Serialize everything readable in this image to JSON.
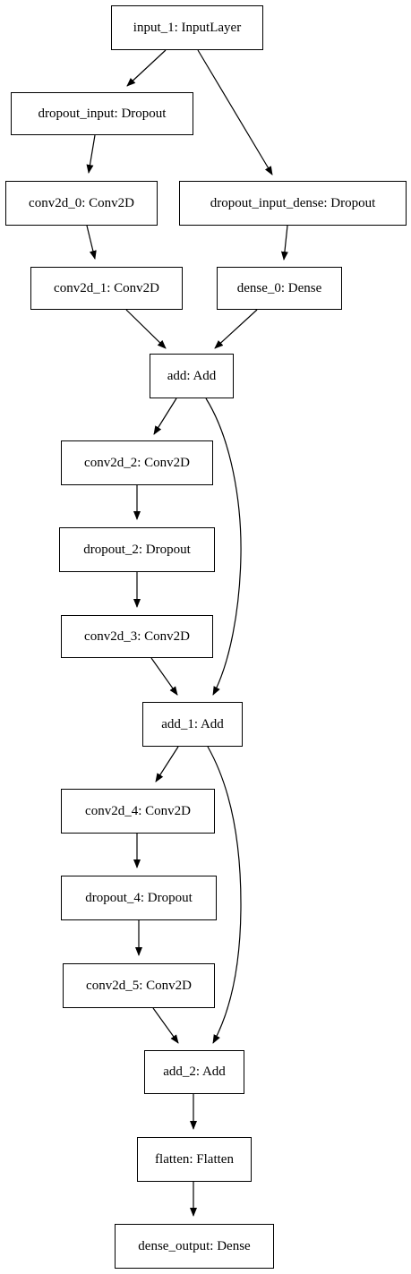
{
  "nodes": [
    {
      "id": "input_1",
      "label": "input_1: InputLayer"
    },
    {
      "id": "dropout_input",
      "label": "dropout_input: Dropout"
    },
    {
      "id": "conv2d_0",
      "label": "conv2d_0: Conv2D"
    },
    {
      "id": "dropout_input_dense",
      "label": "dropout_input_dense: Dropout"
    },
    {
      "id": "conv2d_1",
      "label": "conv2d_1: Conv2D"
    },
    {
      "id": "dense_0",
      "label": "dense_0: Dense"
    },
    {
      "id": "add",
      "label": "add: Add"
    },
    {
      "id": "conv2d_2",
      "label": "conv2d_2: Conv2D"
    },
    {
      "id": "dropout_2",
      "label": "dropout_2: Dropout"
    },
    {
      "id": "conv2d_3",
      "label": "conv2d_3: Conv2D"
    },
    {
      "id": "add_1",
      "label": "add_1: Add"
    },
    {
      "id": "conv2d_4",
      "label": "conv2d_4: Conv2D"
    },
    {
      "id": "dropout_4",
      "label": "dropout_4: Dropout"
    },
    {
      "id": "conv2d_5",
      "label": "conv2d_5: Conv2D"
    },
    {
      "id": "add_2",
      "label": "add_2: Add"
    },
    {
      "id": "flatten",
      "label": "flatten: Flatten"
    },
    {
      "id": "dense_output",
      "label": "dense_output: Dense"
    }
  ],
  "edges": [
    {
      "from": "input_1",
      "to": "dropout_input"
    },
    {
      "from": "input_1",
      "to": "dropout_input_dense"
    },
    {
      "from": "dropout_input",
      "to": "conv2d_0"
    },
    {
      "from": "conv2d_0",
      "to": "conv2d_1"
    },
    {
      "from": "dropout_input_dense",
      "to": "dense_0"
    },
    {
      "from": "conv2d_1",
      "to": "add"
    },
    {
      "from": "dense_0",
      "to": "add"
    },
    {
      "from": "add",
      "to": "conv2d_2"
    },
    {
      "from": "add",
      "to": "add_1"
    },
    {
      "from": "conv2d_2",
      "to": "dropout_2"
    },
    {
      "from": "dropout_2",
      "to": "conv2d_3"
    },
    {
      "from": "conv2d_3",
      "to": "add_1"
    },
    {
      "from": "add_1",
      "to": "conv2d_4"
    },
    {
      "from": "add_1",
      "to": "add_2"
    },
    {
      "from": "conv2d_4",
      "to": "dropout_4"
    },
    {
      "from": "dropout_4",
      "to": "conv2d_5"
    },
    {
      "from": "conv2d_5",
      "to": "add_2"
    },
    {
      "from": "add_2",
      "to": "flatten"
    },
    {
      "from": "flatten",
      "to": "dense_output"
    }
  ]
}
